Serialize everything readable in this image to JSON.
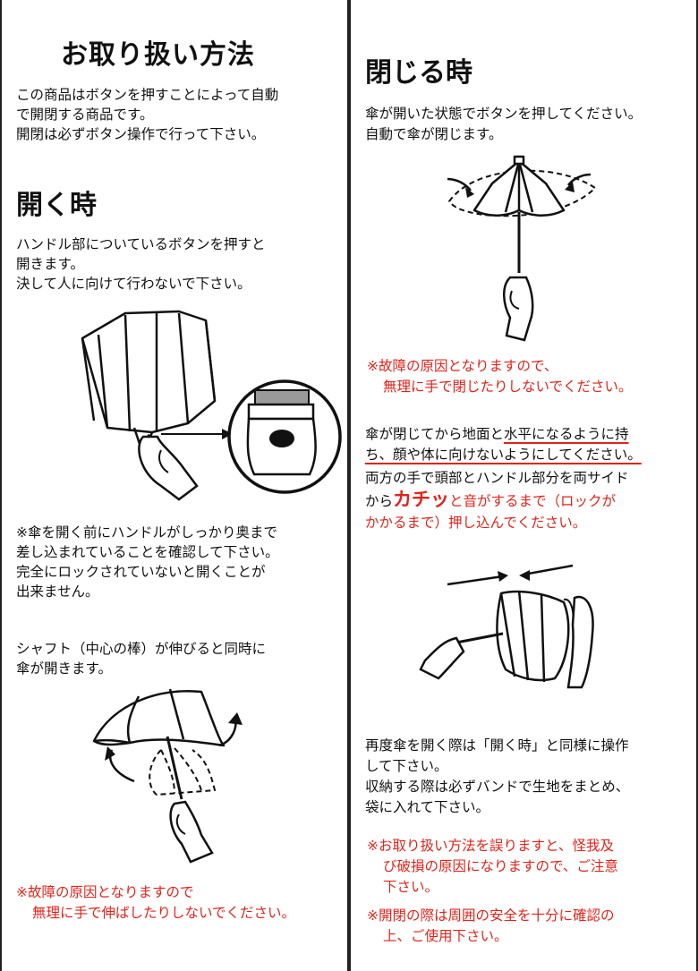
{
  "left": {
    "title": "お取り扱い方法",
    "intro": [
      "この商品はボタンを押すことによって自動",
      "で開閉する商品です。",
      "開閉は必ずボタン操作で行って下さい。"
    ],
    "open_heading": "開く時",
    "open_text": [
      "ハンドル部についているボタンを押すと",
      "開きます。",
      "決して人に向けて行わないで下さい。"
    ],
    "notice": [
      "※傘を開く前にハンドルがしっかり奥まで",
      "差し込まれていることを確認して下さい。",
      "完全にロックされていないと開くことが",
      "出来ません。"
    ],
    "shaft_text": [
      "シャフト（中心の棒）が伸びると同時に",
      "傘が開きます。"
    ],
    "warning": [
      "※故障の原因となりますので",
      "無理に手で伸ばしたりしないでください。"
    ]
  },
  "right": {
    "close_heading": "閉じる時",
    "close_text": [
      "傘が開いた状態でボタンを押してください。",
      "自動で傘が閉じます。"
    ],
    "warning1": [
      "※故障の原因となりますので、",
      "無理に手で閉じたりしないでください。"
    ],
    "lock_text": {
      "line1_plain": "傘が閉じてから地面と",
      "line1_ul": "水平になるように持",
      "line2_ul": "ち、顔や体に向けないようにしてください。",
      "line3": "両方の手で頭部とハンドル部分を両サイド",
      "line4_plain": "から",
      "line4_big": "カチッ",
      "line4_red": "と音がするまで（ロックが",
      "line5": "かかるまで）押し込んでください。"
    },
    "reopen_text": [
      "再度傘を開く際は「開く時」と同様に操作",
      "して下さい。",
      "収納する際は必ずバンドで生地をまとめ、",
      "袋に入れて下さい。"
    ],
    "warning2": [
      "※お取り扱い方法を誤りますと、怪我及",
      "び破損の原因になりますので、ご注意",
      "下さい。",
      "※開閉の際は周囲の安全を十分に確認の",
      "上、ご使用下さい。"
    ]
  },
  "colors": {
    "accent": "#e2231a",
    "text": "#111111",
    "border": "#222222"
  }
}
